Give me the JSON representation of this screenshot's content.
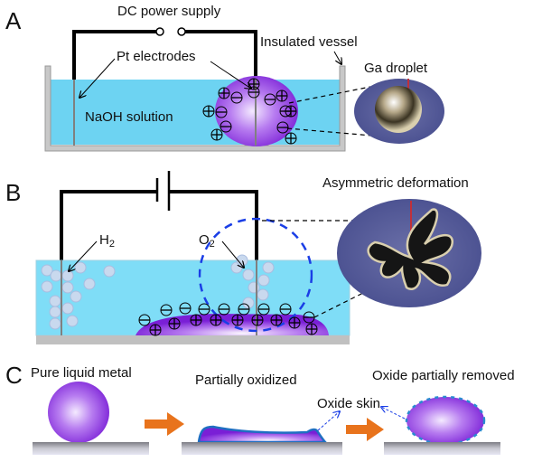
{
  "panels": {
    "A": {
      "letter": "A",
      "labels": {
        "power": "DC power supply",
        "electrodes": "Pt electrodes",
        "vessel": "Insulated vessel",
        "solution": "NaOH solution",
        "droplet": "Ga droplet"
      }
    },
    "B": {
      "letter": "B",
      "labels": {
        "h2": "H",
        "h2_sub": "2",
        "o2": "O",
        "o2_sub": "2",
        "deformation": "Asymmetric deformation"
      }
    },
    "C": {
      "letter": "C",
      "labels": {
        "pure": "Pure liquid metal",
        "partial": "Partially oxidized",
        "skin": "Oxide skin",
        "removed": "Oxide partially removed"
      }
    }
  },
  "colors": {
    "solution": "#6dd3f2",
    "vessel": "#c8c8c8",
    "droplet": "#8a2be2",
    "bubble": "#c9d9ee",
    "arrow": "#e8731c",
    "oxide": "#1f6fc2",
    "dashed_circle": "#1a3ee6"
  },
  "symbols": {
    "plus": "+",
    "minus": "−"
  }
}
